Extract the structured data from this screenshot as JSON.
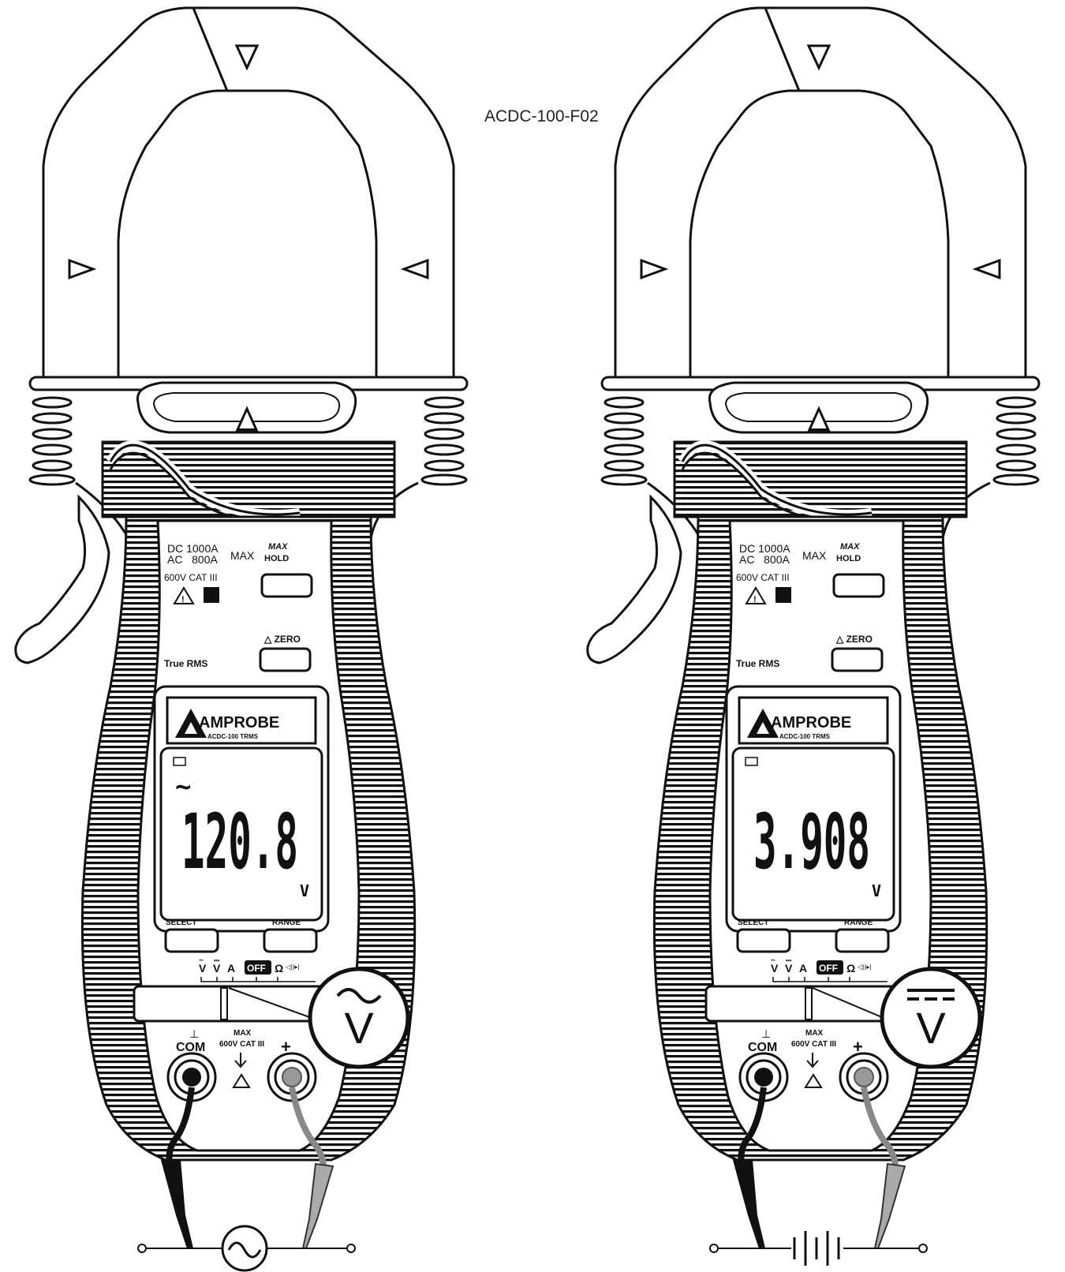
{
  "figure_id": "ACDC-100-F02",
  "meters": [
    {
      "brand": "AMPROBE",
      "model": "ACDC-100 TRMS",
      "ratings_dc": "DC 1000A",
      "ratings_ac": "AC   800A",
      "ratings_max": "MAX",
      "ratings_cat": "600V CAT III",
      "true_rms": "True RMS",
      "max_hold_top": "MAX",
      "max_hold_bottom": "HOLD",
      "zero_label": "△ ZERO",
      "select_label": "SELECT",
      "range_label": "RANGE",
      "dial_off": "OFF",
      "dial_ohm": "Ω",
      "com_label": "COM",
      "com_symbol": "⊥",
      "plus_label": "+",
      "jack_max": "MAX",
      "jack_cat": "600V CAT III",
      "display_value": "120.8",
      "display_unit": "V",
      "display_indicator": "~",
      "display_icon": "battery",
      "selected_mode": "V~",
      "source": "ac"
    },
    {
      "brand": "AMPROBE",
      "model": "ACDC-100 TRMS",
      "ratings_dc": "DC 1000A",
      "ratings_ac": "AC   800A",
      "ratings_max": "MAX",
      "ratings_cat": "600V CAT III",
      "true_rms": "True RMS",
      "max_hold_top": "MAX",
      "max_hold_bottom": "HOLD",
      "zero_label": "△ ZERO",
      "select_label": "SELECT",
      "range_label": "RANGE",
      "dial_off": "OFF",
      "dial_ohm": "Ω",
      "com_label": "COM",
      "com_symbol": "⊥",
      "plus_label": "+",
      "jack_max": "MAX",
      "jack_cat": "600V CAT III",
      "display_value": "3.908",
      "display_unit": "V",
      "display_indicator": "",
      "display_icon": "battery",
      "selected_mode": "V DC",
      "source": "dc"
    }
  ]
}
